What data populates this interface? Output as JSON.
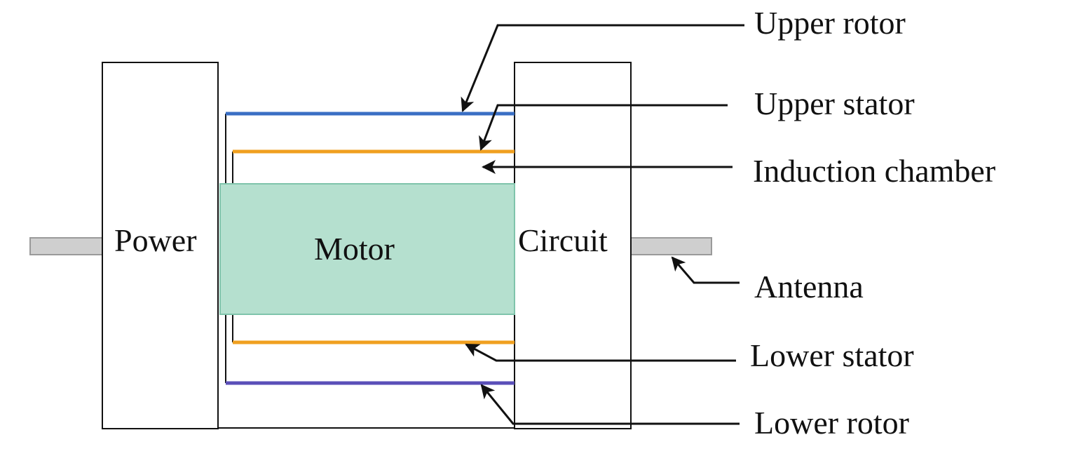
{
  "blocks": {
    "power": "Power",
    "motor": "Motor",
    "circuit": "Circuit"
  },
  "callouts": {
    "upper_rotor": "Upper rotor",
    "upper_stator": "Upper stator",
    "induction_chamber": "Induction chamber",
    "antenna": "Antenna",
    "lower_stator": "Lower stator",
    "lower_rotor": "Lower rotor"
  },
  "colors": {
    "rotor": "#3a6fc4",
    "lower_rotor": "#5a4fb8",
    "stator": "#f0a020",
    "motor_fill": "#b5e0cf",
    "motor_edge": "#7fc4ab",
    "antenna_fill": "#cfcfcf",
    "antenna_edge": "#9a9a9a",
    "outline": "#111111"
  }
}
